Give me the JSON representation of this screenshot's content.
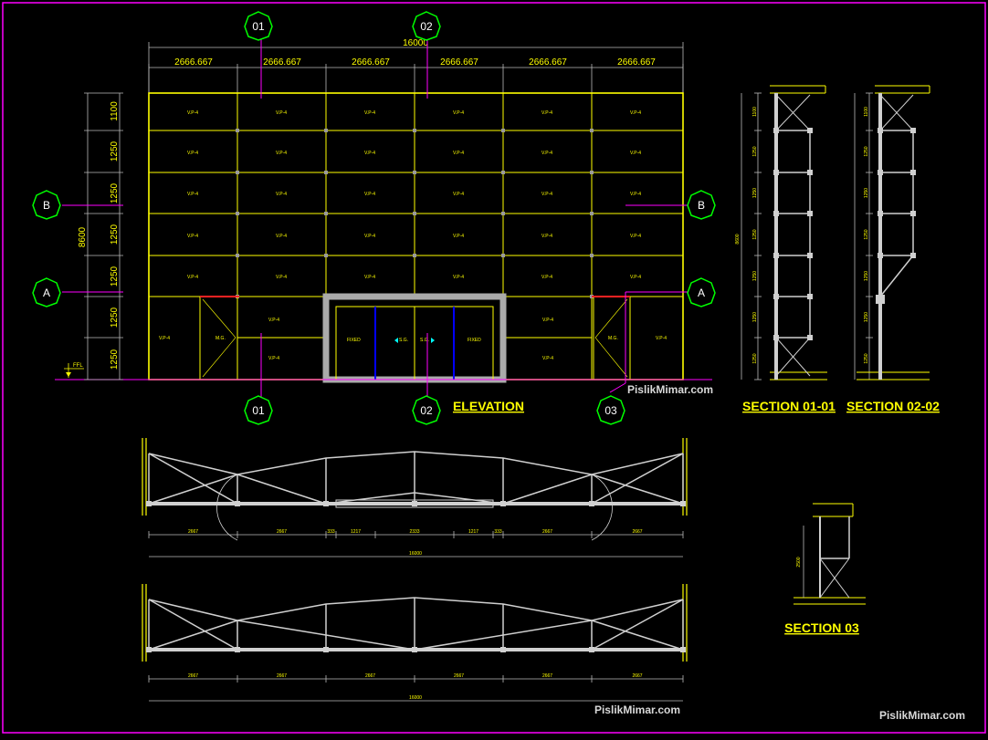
{
  "elevation": {
    "title": "ELEVATION",
    "total_width": "16000",
    "total_height": "8600",
    "bay_widths": [
      "2666.667",
      "2666.667",
      "2666.667",
      "2666.667",
      "2666.667",
      "2666.667"
    ],
    "row_heights": [
      "1100",
      "1250",
      "1250",
      "1250",
      "1250",
      "1250",
      "1250"
    ],
    "panel_tag": "V.P-4",
    "door_tag": "M.G.",
    "fixed_tag": "FIXED",
    "sliding_tag": "S.G.",
    "level_tag": "FFL",
    "grid_top": [
      "01",
      "02"
    ],
    "grid_bottom": [
      "01",
      "02",
      "03"
    ],
    "grid_side": [
      "B",
      "A"
    ]
  },
  "sections": {
    "s1_title": "SECTION 01-01",
    "s2_title": "SECTION 02-02",
    "s3_title": "SECTION 03",
    "s_height": "8600",
    "s_dims": [
      "1100",
      "1250",
      "1250",
      "1250",
      "1250",
      "1250",
      "1250"
    ],
    "s3_dim": "2500"
  },
  "plans": {
    "plan1_dims": [
      "2667",
      "2667",
      "333",
      "1217",
      "2333",
      "1217",
      "333",
      "2667",
      "2667"
    ],
    "plan1_total": "16000",
    "plan2_dims": [
      "2667",
      "2667",
      "2667",
      "2667",
      "2667",
      "2667"
    ],
    "plan2_total": "16000"
  },
  "watermark": {
    "w1": "PislikMimar.com",
    "w2": "PislikMimar.com",
    "w3": "PislikMimar.com"
  },
  "colors": {
    "frame": "#ffff00",
    "grid_bubble": "#00ff00",
    "section_line": "#ff00ff",
    "steel": "#d0d0d0",
    "door_mullion": "#0000ff"
  }
}
